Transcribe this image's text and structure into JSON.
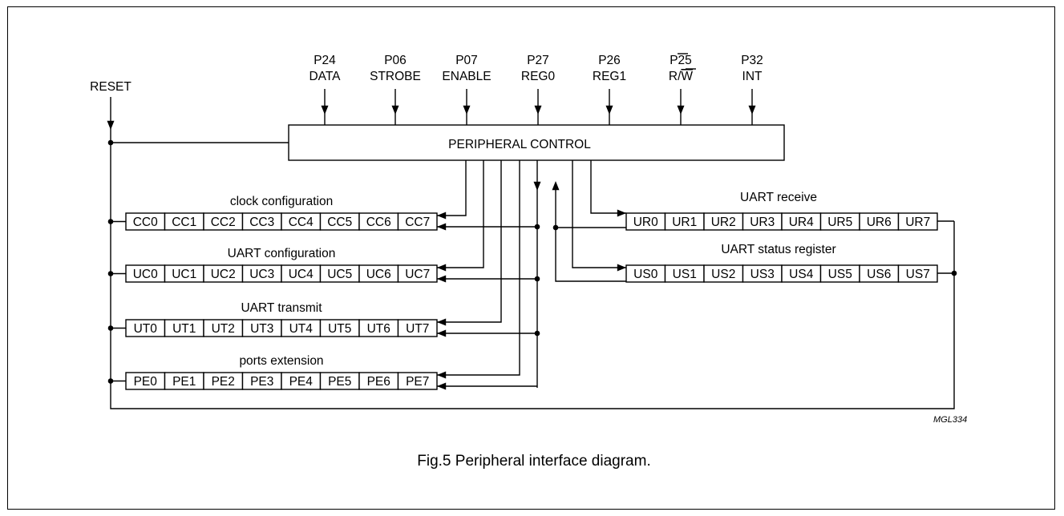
{
  "signals": [
    {
      "pin": "P24",
      "name": "DATA"
    },
    {
      "pin": "P06",
      "name": "STROBE"
    },
    {
      "pin": "P07",
      "name": "ENABLE"
    },
    {
      "pin": "P27",
      "name": "REG0"
    },
    {
      "pin": "P26",
      "name": "REG1"
    },
    {
      "pin": "P25",
      "name": "R/W",
      "overbar_part": "W"
    },
    {
      "pin": "P32",
      "name": "INT"
    }
  ],
  "reset_label": "RESET",
  "control_label": "PERIPHERAL CONTROL",
  "left_registers": [
    {
      "title": "clock configuration",
      "cells": [
        "CC0",
        "CC1",
        "CC2",
        "CC3",
        "CC4",
        "CC5",
        "CC6",
        "CC7"
      ]
    },
    {
      "title": "UART configuration",
      "cells": [
        "UC0",
        "UC1",
        "UC2",
        "UC3",
        "UC4",
        "UC5",
        "UC6",
        "UC7"
      ]
    },
    {
      "title": "UART transmit",
      "cells": [
        "UT0",
        "UT1",
        "UT2",
        "UT3",
        "UT4",
        "UT5",
        "UT6",
        "UT7"
      ]
    },
    {
      "title": "ports extension",
      "cells": [
        "PE0",
        "PE1",
        "PE2",
        "PE3",
        "PE4",
        "PE5",
        "PE6",
        "PE7"
      ]
    }
  ],
  "right_registers": [
    {
      "title": "UART receive",
      "cells": [
        "UR0",
        "UR1",
        "UR2",
        "UR3",
        "UR4",
        "UR5",
        "UR6",
        "UR7"
      ]
    },
    {
      "title": "UART status register",
      "cells": [
        "US0",
        "US1",
        "US2",
        "US3",
        "US4",
        "US5",
        "US6",
        "US7"
      ]
    }
  ],
  "drawing_code": "MGL334",
  "caption": "Fig.5  Peripheral interface diagram."
}
